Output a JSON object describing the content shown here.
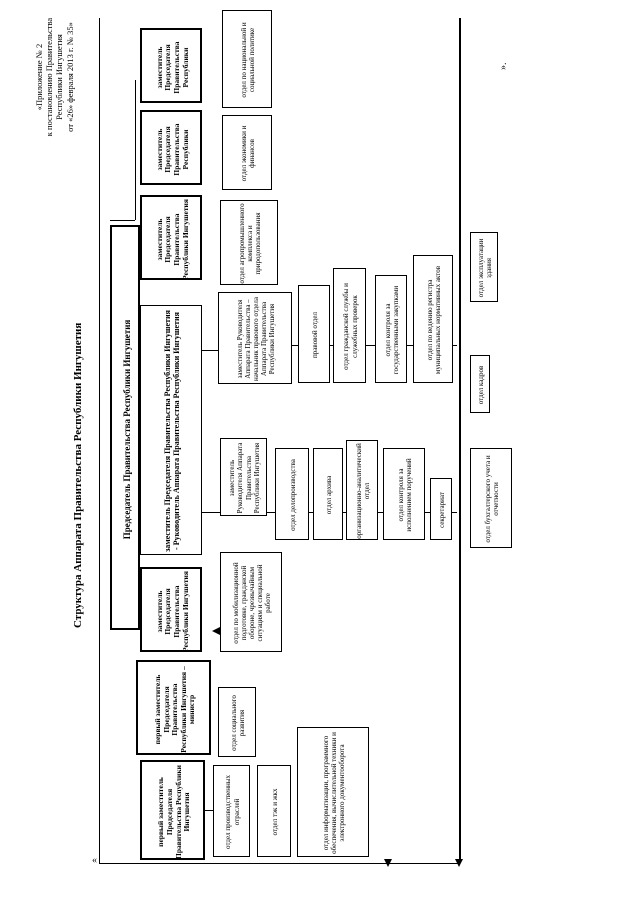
{
  "header": {
    "line1": "«Приложение № 2",
    "line2": "к постановлению Правительства",
    "line3": "Республики Ингушетия",
    "line4": "от «26» февраля 2013 г. № 35»"
  },
  "title": "Структура Аппарата Правительства Республики Ингушетия",
  "chairman": "Председатель Правительства Республики Ингушетия",
  "first_deputy": "заместитель Председателя Правительства Республики Ингушетия - Руководитель Аппарата Правительства Республики Ингушетия",
  "deputies": {
    "d1": "первый заместитель Председателя Правительства Республики Ингушетия",
    "d2": "первый заместитель Председателя Правительства Республики Ингушетия – министр",
    "d3": "заместитель Председателя Правительства Республики Ингушетия",
    "d4": "заместитель Председателя Правительства Республики Ингушетия",
    "d5": "заместитель Председателя Правительства Республики",
    "d6": "заместитель Председателя Правительства Республики"
  },
  "depts": {
    "prod": "отдел производственных отраслей",
    "tek": "отдел тэк и жкх",
    "inform": "отдел информатизации, программного обеспечения, вычислительной техники и электронного документооборота",
    "social": "отдел социального развития",
    "mob": "отдел по мобилизационной подготовке, гражданской обороне, чрезвычайным ситуациям и специальной работе",
    "deputy_head_1": "заместитель Руководителя Аппарата Правительства Республики Ингушетия",
    "docs": "отдел делопроизводства",
    "archive": "отдел архива",
    "orgtech": "организационно-аналитический отдел",
    "control": "отдел контроля за исполнением поручений",
    "secretariat": "секретариат",
    "deputy_head_2": "заместитель Руководителя Аппарата Правительства – начальник правового отдела Аппарата Правительства Республики Ингушетия",
    "legal": "правовой отдел",
    "civil": "отдел гражданской службы и служебных проверок",
    "lawctrl": "отдел контроля за государственными закупками",
    "registry": "отдел по ведению регистра муниципальных нормативных актов",
    "agro": "отдел агропромышленного комплекса и природопользования",
    "econ": "отдел экономики и финансов",
    "national": "отдел по национальной и социальной политике",
    "accounting": "отдел бухгалтерского учета и отчетности",
    "hr": "отдел кадров",
    "maintenance": "отдел эксплуатации здания"
  },
  "marks": {
    "open_quote": "«",
    "close_quote": "».",
    "dots": "…………………"
  }
}
